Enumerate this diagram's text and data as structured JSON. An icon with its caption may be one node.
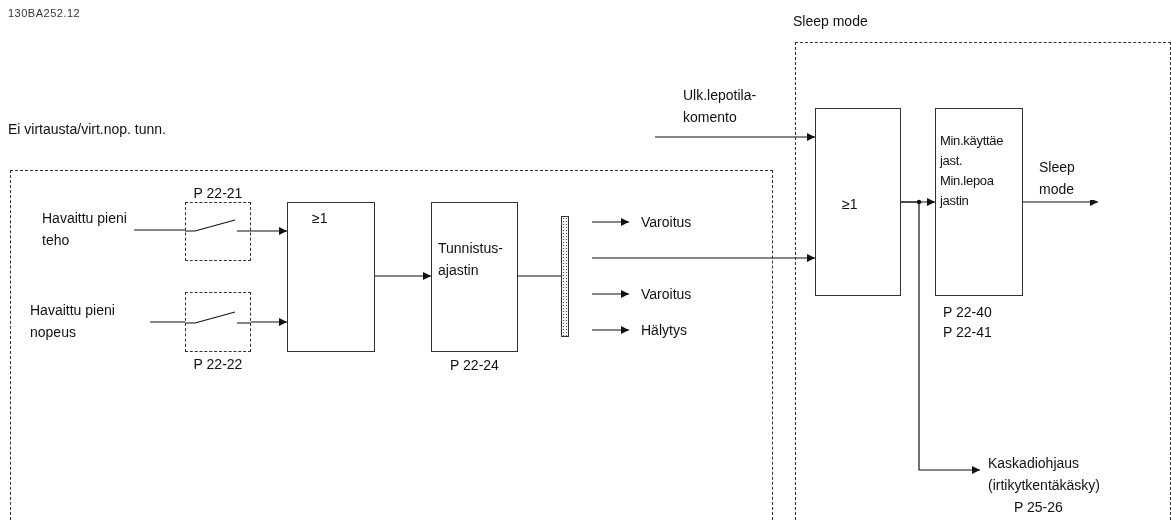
{
  "diagram": {
    "nodes": [
      {
        "text": [
          "Ei virtausta/virt.nop. tunn."
        ]
      },
      {
        "text": [
          "Sleep mode"
        ]
      },
      {
        "text": [
          "Havaittu pieni teho"
        ],
        "in": 0
      },
      {
        "text": [
          "P 22-21"
        ],
        "in": 0
      },
      {
        "text": [
          "Havaittu pieni nopeus"
        ],
        "in": 0
      },
      {
        "text": [
          "P 22-22"
        ],
        "in": 0
      },
      {
        "text": [
          "≥1"
        ],
        "in": 0
      },
      {
        "text": [
          "Tunnistus-ajastin"
        ],
        "beside": [
          "P 22-24"
        ],
        "in": 0
      },
      {
        "text": [],
        "shape": "bar",
        "in": 0
      },
      {
        "text": [
          "Varoitus"
        ],
        "in": 0
      },
      {
        "text": [
          "Varoitus"
        ],
        "in": 0
      },
      {
        "text": [
          "Hälytys"
        ],
        "in": 0
      },
      {
        "text": [
          "Ulk.lepotila-komento"
        ]
      },
      {
        "text": [
          "≥1"
        ],
        "in": 1
      },
      {
        "text": [
          "Min.käyttäe jast.",
          "Min.lepoa jastin"
        ],
        "beside": [
          "P 22-40",
          "P 22-41"
        ],
        "in": 1
      },
      {
        "text": [
          "Kaskadiohjaus (irtikytkentäkäsky)",
          "P 25-26"
        ],
        "in": 1
      }
    ],
    "edges": [
      {
        "from": 2,
        "to": 3,
        "arrow": "none"
      },
      {
        "from": 3,
        "to": 6,
        "arrow": "to"
      },
      {
        "from": 4,
        "to": 5,
        "arrow": "none"
      },
      {
        "from": 5,
        "to": 6,
        "arrow": "to"
      },
      {
        "from": 6,
        "to": 7,
        "arrow": "to"
      },
      {
        "from": 7,
        "to": 8,
        "arrow": "none"
      },
      {
        "from": 8,
        "to": 9,
        "arrow": "to"
      },
      {
        "from": 8,
        "to": 10,
        "arrow": "to"
      },
      {
        "from": 8,
        "to": 11,
        "arrow": "to"
      },
      {
        "from": 8,
        "to": 13,
        "arrow": "to"
      },
      {
        "from": 12,
        "to": 13,
        "arrow": "to"
      },
      {
        "from": 13,
        "to": 14,
        "arrow": "to"
      },
      {
        "from": 14,
        "to": null,
        "arrow": "to",
        "label": "Sleep mode"
      },
      {
        "from": 13,
        "to": 15,
        "arrow": "to"
      }
    ],
    "labels": [
      "130BA252.12"
    ]
  }
}
